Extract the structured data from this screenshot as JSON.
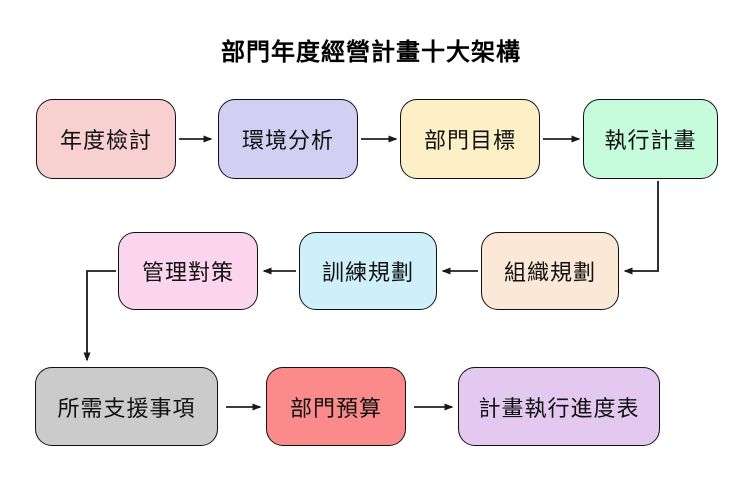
{
  "title": "部門年度經營計畫十大架構",
  "colors": {
    "background": "#FFFFFF",
    "border": "#111111",
    "text": "#111111",
    "arrow": "#3C3C3C"
  },
  "nodes": [
    {
      "id": "annual-review",
      "label": "年度檢討",
      "fill": "#F8D0D0"
    },
    {
      "id": "environment-analysis",
      "label": "環境分析",
      "fill": "#D3CFF3"
    },
    {
      "id": "department-goals",
      "label": "部門目標",
      "fill": "#FDEFC6"
    },
    {
      "id": "execution-plan",
      "label": "執行計畫",
      "fill": "#C6FBDC"
    },
    {
      "id": "management-measures",
      "label": "管理對策",
      "fill": "#FBD5EE"
    },
    {
      "id": "training-plan",
      "label": "訓練規劃",
      "fill": "#CFF0FA"
    },
    {
      "id": "organization-plan",
      "label": "組織規劃",
      "fill": "#FBE8D6"
    },
    {
      "id": "required-support",
      "label": "所需支援事項",
      "fill": "#CBCBCB"
    },
    {
      "id": "department-budget",
      "label": "部門預算",
      "fill": "#FB8A8A"
    },
    {
      "id": "execution-schedule",
      "label": "計畫執行進度表",
      "fill": "#E3C9F0"
    }
  ],
  "edges": [
    {
      "from": "annual-review",
      "to": "environment-analysis"
    },
    {
      "from": "environment-analysis",
      "to": "department-goals"
    },
    {
      "from": "department-goals",
      "to": "execution-plan"
    },
    {
      "from": "execution-plan",
      "to": "organization-plan"
    },
    {
      "from": "organization-plan",
      "to": "training-plan"
    },
    {
      "from": "training-plan",
      "to": "management-measures"
    },
    {
      "from": "management-measures",
      "to": "required-support"
    },
    {
      "from": "required-support",
      "to": "department-budget"
    },
    {
      "from": "department-budget",
      "to": "execution-schedule"
    }
  ]
}
